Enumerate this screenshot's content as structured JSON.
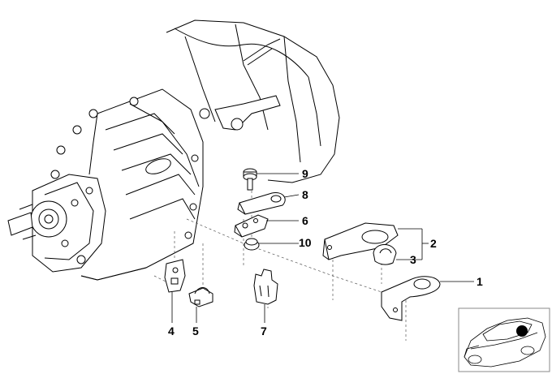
{
  "diagram": {
    "callouts": [
      {
        "id": "1",
        "label": "1"
      },
      {
        "id": "2",
        "label": "2"
      },
      {
        "id": "3",
        "label": "3"
      },
      {
        "id": "4",
        "label": "4"
      },
      {
        "id": "5",
        "label": "5"
      },
      {
        "id": "6",
        "label": "6"
      },
      {
        "id": "7",
        "label": "7"
      },
      {
        "id": "8",
        "label": "8"
      },
      {
        "id": "9",
        "label": "9"
      },
      {
        "id": "10",
        "label": "10"
      }
    ],
    "colors": {
      "ink": "#000000",
      "background": "#ffffff",
      "inset_border": "#888888",
      "inset_marker": "#000000"
    }
  }
}
